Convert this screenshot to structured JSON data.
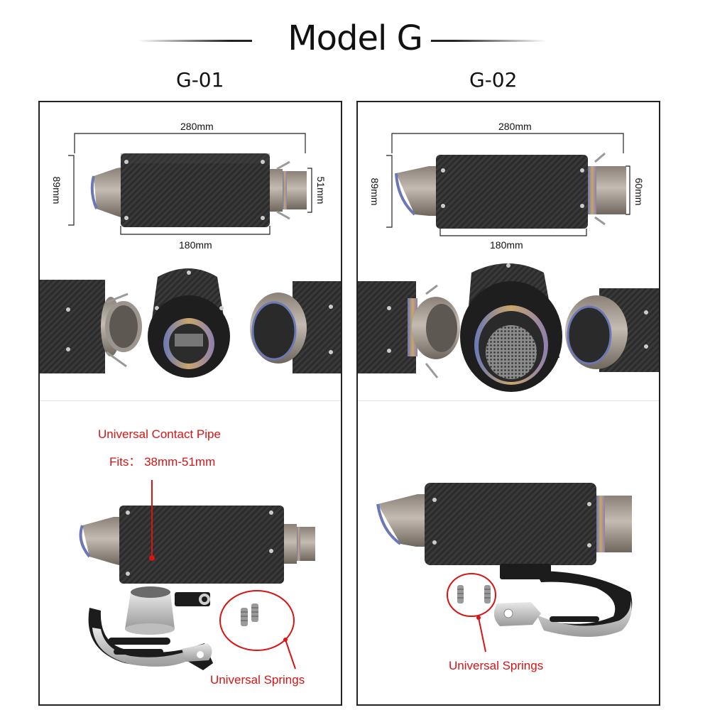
{
  "title": "Model G",
  "panels": [
    {
      "label": "G-01",
      "dims": {
        "total_length": "280mm",
        "body_length": "180mm",
        "height": "89mm",
        "outlet": "51mm"
      },
      "callouts": {
        "contact_pipe": "Universal Contact Pipe",
        "fits": "Fits： 38mm-51mm",
        "springs": "Universal  Springs"
      }
    },
    {
      "label": "G-02",
      "dims": {
        "total_length": "280mm",
        "body_length": "180mm",
        "height": "89mm",
        "outlet": "60mm"
      },
      "callouts": {
        "springs": "Universal Springs"
      }
    }
  ],
  "colors": {
    "callout_red": "#d81414",
    "carbon": "#2a2a2a",
    "titanium": "#a89f95"
  }
}
